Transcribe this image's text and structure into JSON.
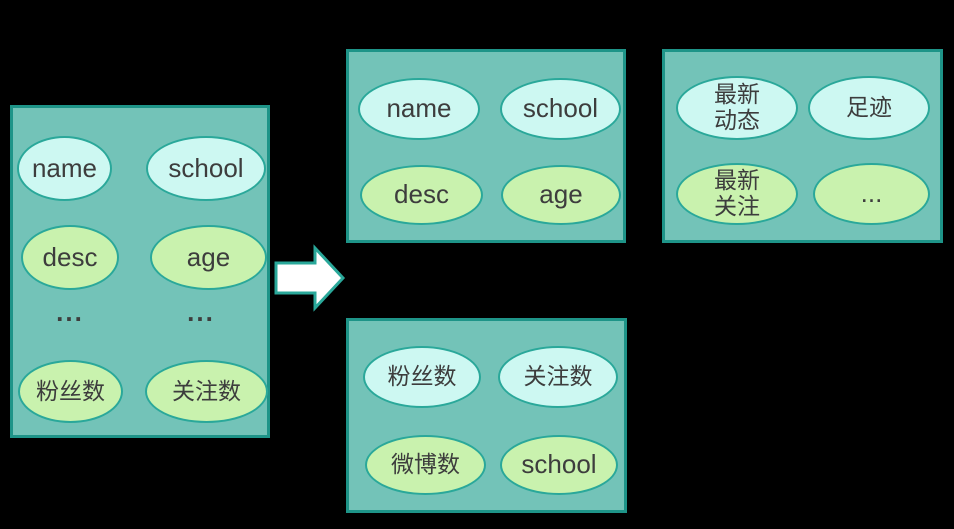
{
  "colors": {
    "canvas_bg": "#000000",
    "box_fill": "#73c3b8",
    "box_border": "#1e9488",
    "ellipse_border": "#2aa89a",
    "cyan_fill": "#cdf8f2",
    "green_fill": "#c9f2ae",
    "text": "#3d3d3d",
    "arrow_fill": "#ffffff"
  },
  "boxes": {
    "source": {
      "items": {
        "name": "name",
        "school": "school",
        "desc": "desc",
        "age": "age",
        "dots_left": "...",
        "dots_right": "...",
        "fans": "粉丝数",
        "follows": "关注数"
      }
    },
    "profile": {
      "items": {
        "name": "name",
        "school": "school",
        "desc": "desc",
        "age": "age"
      }
    },
    "activity": {
      "items": {
        "latest_activity": "最新\n动态",
        "footprint": "足迹",
        "latest_follow": "最新\n关注",
        "more": "..."
      }
    },
    "stats": {
      "items": {
        "fans": "粉丝数",
        "follows": "关注数",
        "weibo": "微博数",
        "school": "school"
      }
    }
  }
}
